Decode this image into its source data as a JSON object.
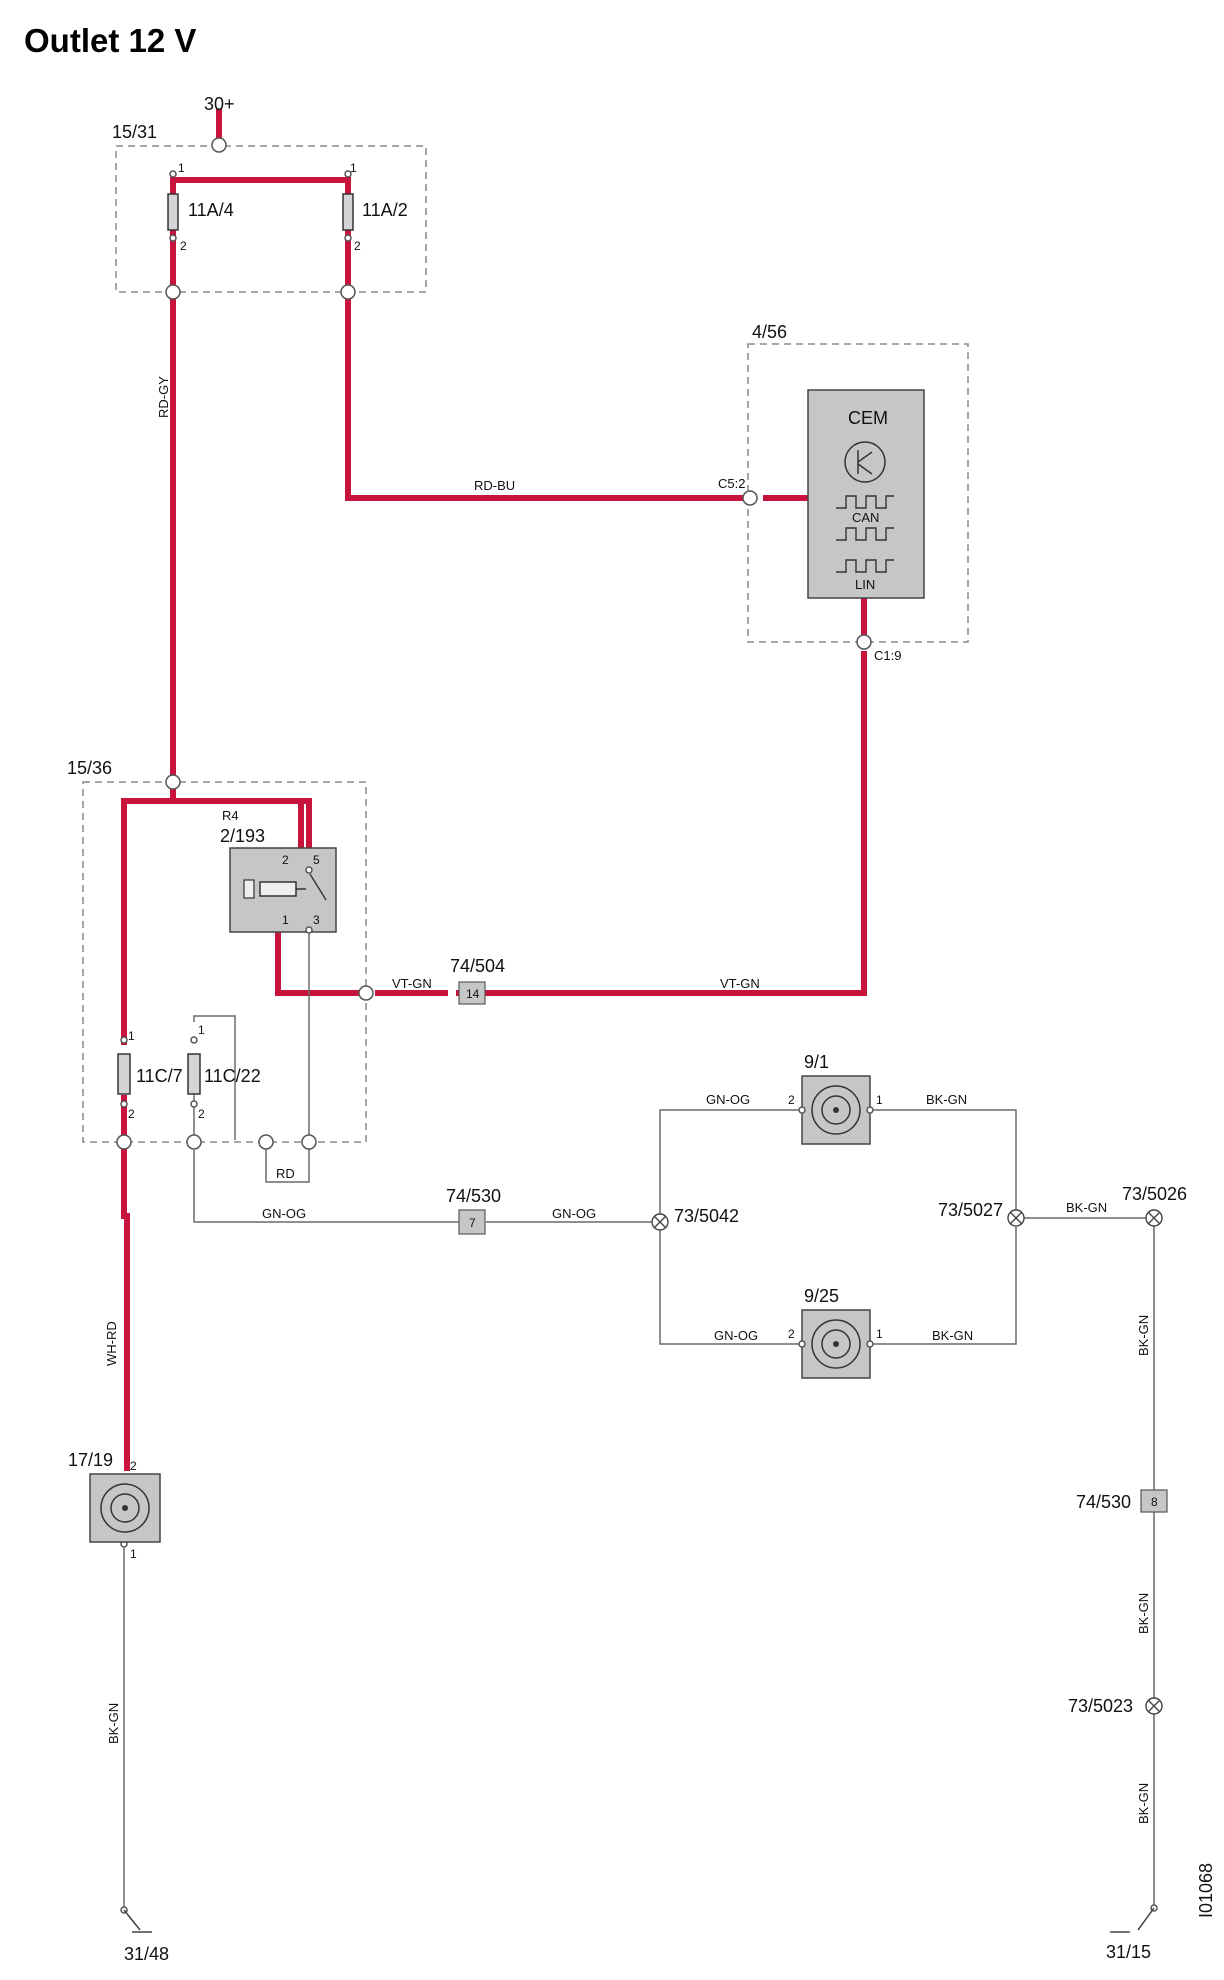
{
  "title": "Outlet 12 V",
  "diagram_id": "I01068",
  "colors": {
    "power_wire": "#c8143c",
    "signal_wire": "#6a6a6a",
    "component_fill": "#c6c6c6"
  },
  "components": {
    "supply": "30+",
    "fusebox_main": "15/31",
    "fuse_a": "11A/4",
    "fuse_b": "11A/2",
    "cem_box": "4/56",
    "cem": "CEM",
    "cem_can": "CAN",
    "cem_lin": "LIN",
    "cem_pin_c5": "C5:2",
    "cem_pin_c1": "C1:9",
    "relay_box": "15/36",
    "relay_name": "R4",
    "relay_id": "2/193",
    "fuse_c": "11C/7",
    "fuse_d": "11C/22",
    "connector_74_504": "74/504",
    "connector_74_504_pin": "14",
    "connector_74_530": "74/530",
    "connector_74_530_pin": "7",
    "connector_74_530_b": "74/530",
    "connector_74_530_b_pin": "8",
    "splice_5042": "73/5042",
    "splice_5027": "73/5027",
    "splice_5026": "73/5026",
    "splice_5023": "73/5023",
    "outlet_rear_1": "9/1",
    "outlet_rear_2": "9/25",
    "outlet_front": "17/19",
    "ground_a": "31/48",
    "ground_b": "31/15"
  },
  "wires": {
    "rd_gy": "RD-GY",
    "rd_bu": "RD-BU",
    "vt_gn_a": "VT-GN",
    "vt_gn_b": "VT-GN",
    "rd": "RD",
    "gn_og_a": "GN-OG",
    "gn_og_b": "GN-OG",
    "gn_og_c": "GN-OG",
    "gn_og_d": "GN-OG",
    "bk_gn_a": "BK-GN",
    "bk_gn_b": "BK-GN",
    "bk_gn_c": "BK-GN",
    "bk_gn_d": "BK-GN",
    "bk_gn_e": "BK-GN",
    "bk_gn_f": "BK-GN",
    "wh_rd": "WH-RD"
  },
  "pins": {
    "p1": "1",
    "p2": "2",
    "p3": "3",
    "p5": "5"
  }
}
